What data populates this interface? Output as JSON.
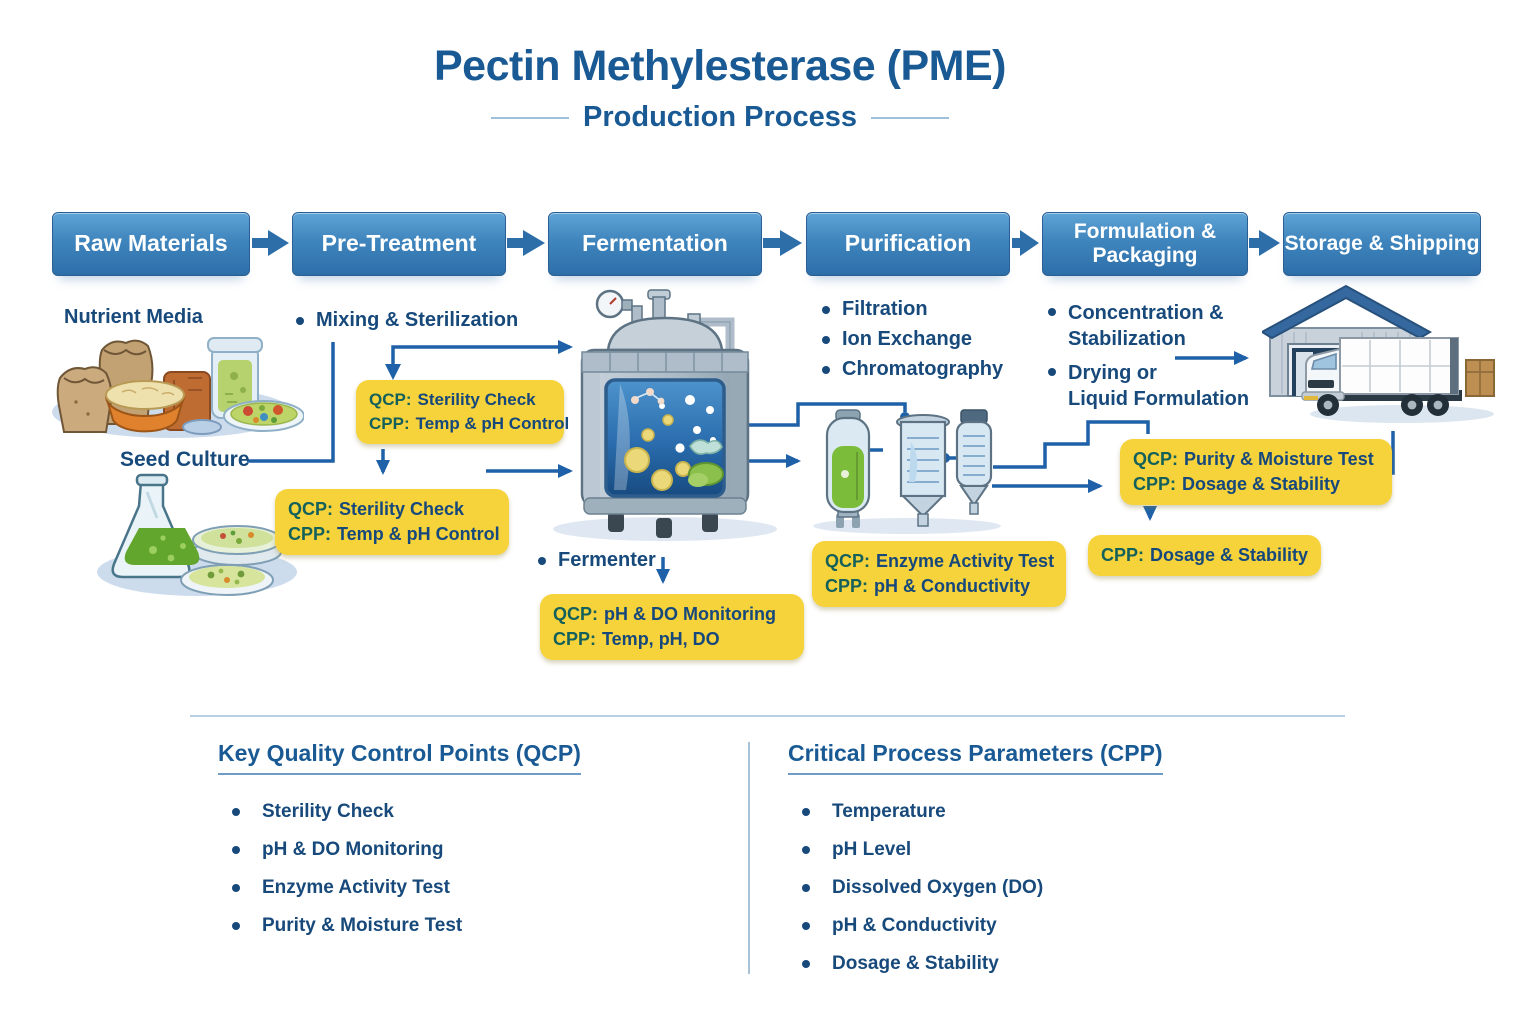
{
  "title": {
    "main": "Pectin Methylesterase (PME)",
    "subtitle": "Production Process"
  },
  "stages": [
    "Raw Materials",
    "Pre-Treatment",
    "Fermentation",
    "Purification",
    "Formulation & Packaging",
    "Storage & Shipping"
  ],
  "raw_materials": {
    "nutrient_media": "Nutrient Media",
    "seed_culture": "Seed Culture"
  },
  "pre_treatment": {
    "step": "Mixing & Sterilization"
  },
  "fermentation": {
    "equipment_label": "Fermenter"
  },
  "purification": {
    "steps": [
      "Filtration",
      "Ion Exchange",
      "Chromatography"
    ]
  },
  "formulation": {
    "steps": [
      "Concentration &\nStabilization",
      "Drying or\nLiquid Formulation"
    ]
  },
  "control_boxes": {
    "pre_treatment": {
      "l1k": "QCP:",
      "l1v": "Sterility Check",
      "l2k": "CPP:",
      "l2v": "Temp & pH Control"
    },
    "seed_culture": {
      "l1k": "QCP:",
      "l1v": "Sterility Check",
      "l2k": "CPP:",
      "l2v": "Temp & pH Control"
    },
    "fermenter": {
      "l1k": "QCP:",
      "l1v": "pH & DO Monitoring",
      "l2k": "CPP:",
      "l2v": "Temp, pH, DO"
    },
    "purification": {
      "l1k": "QCP:",
      "l1v": "Enzyme Activity Test",
      "l2k": "CPP:",
      "l2v": "pH & Conductivity"
    },
    "formulation": {
      "l1k": "QCP:",
      "l1v": "Purity & Moisture Test",
      "l2k": "CPP:",
      "l2v": "Dosage & Stability"
    },
    "storage": {
      "l1k": "CPP:",
      "l1v": "Dosage & Stability"
    }
  },
  "legend": {
    "qcp": {
      "title": "Key Quality Control Points (QCP)",
      "items": [
        "Sterility Check",
        "pH & DO Monitoring",
        "Enzyme Activity Test",
        "Purity & Moisture Test"
      ]
    },
    "cpp": {
      "title": "Critical Process Parameters (CPP)",
      "items": [
        "Temperature",
        "pH Level",
        "Dissolved Oxygen (DO)",
        "pH & Conductivity",
        "Dosage & Stability"
      ]
    }
  },
  "colors": {
    "accent_blue": "#1a5a94",
    "stage_gradient_top": "#5ea4d6",
    "stage_gradient_bottom": "#2d6ea9",
    "connector_blue": "#1f61a8",
    "callout_yellow": "#f6d23b",
    "qcp_label_green": "#14605a",
    "text_navy": "#17497b"
  }
}
